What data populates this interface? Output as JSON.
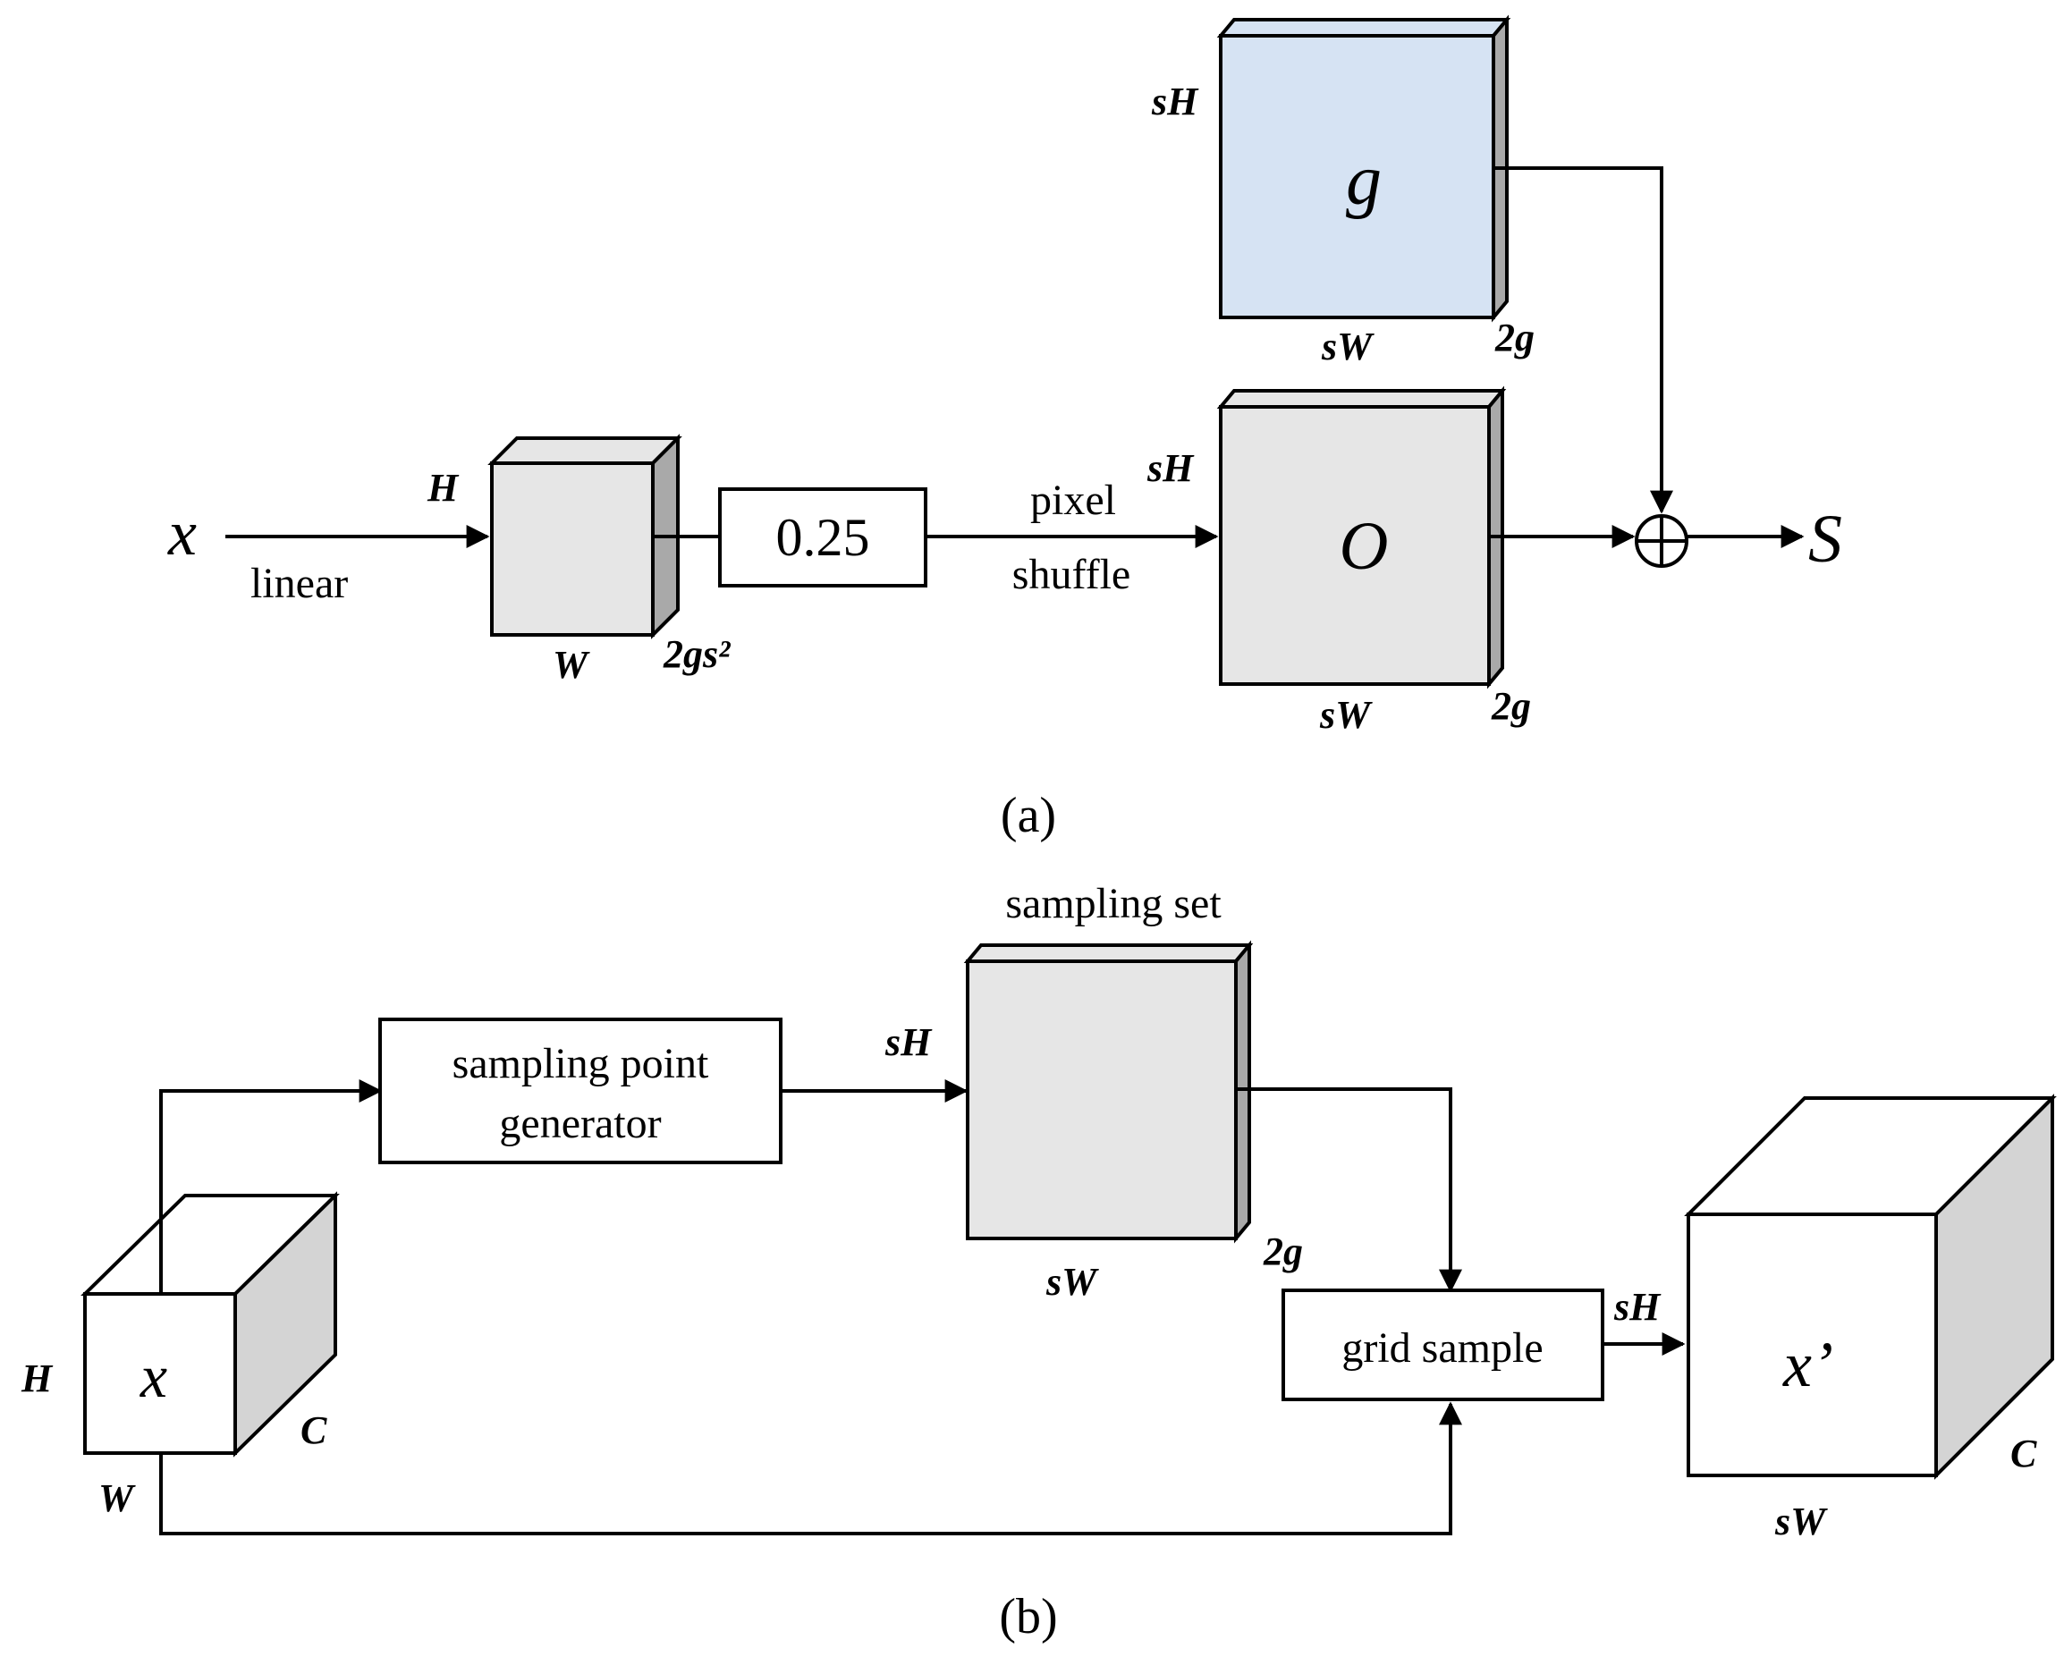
{
  "diagram_a": {
    "input_label": "x",
    "linear_label": "linear",
    "small_block": {
      "height_label": "H",
      "width_label": "W",
      "depth_label": "2gs²"
    },
    "scale_box_label": "0.25",
    "pixel_label": "pixel",
    "shuffle_label": "shuffle",
    "g_block": {
      "label": "g",
      "height_label": "sH",
      "width_label": "sW",
      "depth_label": "2g",
      "fill": "#d6e3f3"
    },
    "o_block": {
      "label": "O",
      "height_label": "sH",
      "width_label": "sW",
      "depth_label": "2g",
      "fill": "#e6e6e6"
    },
    "sum_symbol": "⊕",
    "output_label": "S",
    "caption": "(a)"
  },
  "diagram_b": {
    "input_cube": {
      "label": "x",
      "height_label": "H",
      "width_label": "W",
      "depth_label": "C"
    },
    "generator_box_line1": "sampling point",
    "generator_box_line2": "generator",
    "sampling_set": {
      "title": "sampling set",
      "height_label": "sH",
      "width_label": "sW",
      "depth_label": "2g",
      "fill": "#e6e6e6"
    },
    "grid_sample_label": "grid sample",
    "grid_out_height_label": "sH",
    "output_cube": {
      "label": "x’",
      "width_label": "sW",
      "depth_label": "C"
    },
    "caption": "(b)"
  },
  "colors": {
    "stroke": "#000000",
    "block_gray": "#e6e6e6",
    "block_side": "#a9a9a9",
    "block_blue": "#d6e3f3",
    "cube_side": "#d4d4d4"
  }
}
